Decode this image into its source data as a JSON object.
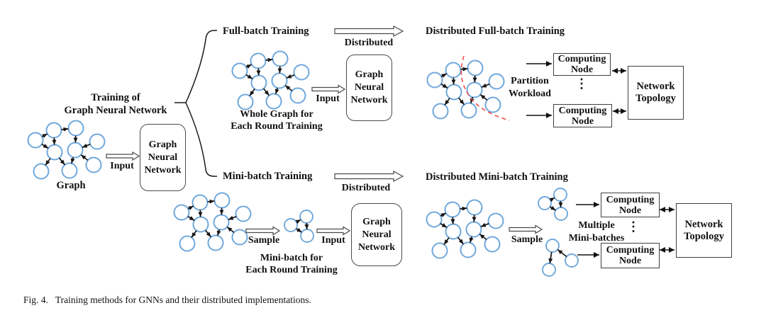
{
  "colors": {
    "node_blue": "#6fa8dc",
    "partition_red": "#ee5555"
  },
  "left": {
    "title_line1": "Training of",
    "title_line2": "Graph Neural Network",
    "graph_label": "Graph",
    "input_label": "Input"
  },
  "gnn_box": {
    "line1": "Graph",
    "line2": "Neural",
    "line3": "Network"
  },
  "computing_node": {
    "line1": "Computing",
    "line2": "Node"
  },
  "network_topology": {
    "line1": "Network",
    "line2": "Topology"
  },
  "dots": "⋮",
  "full_batch": {
    "branch_label": "Full-batch Training",
    "distributed_label": "Distributed",
    "graph_caption_line1": "Whole Graph for",
    "graph_caption_line2": "Each Round Training",
    "input_label": "Input"
  },
  "mini_batch": {
    "branch_label": "Mini-batch Training",
    "distributed_label": "Distributed",
    "sample_label": "Sample",
    "graph_caption_line1": "Mini-batch for",
    "graph_caption_line2": "Each Round Training",
    "input_label": "Input"
  },
  "dist_full": {
    "heading": "Distributed Full-batch Training",
    "partition_line1": "Partition",
    "partition_line2": "Workload"
  },
  "dist_mini": {
    "heading": "Distributed Mini-batch Training",
    "sample_label": "Sample",
    "multiple_line1": "Multiple",
    "multiple_line2": "Mini-batches"
  },
  "figure": {
    "caption_label": "Fig. 4.",
    "caption_text": "Training methods for GNNs and their distributed implementations."
  }
}
